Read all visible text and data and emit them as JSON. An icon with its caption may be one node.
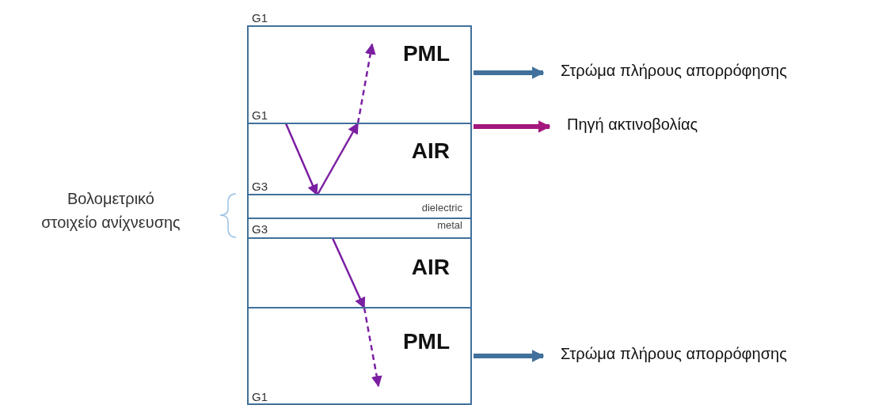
{
  "diagram": {
    "nodes": [
      {
        "text": [
          "PML"
        ]
      },
      {
        "text": [
          "AIR"
        ]
      },
      {
        "text": [
          "dielectric"
        ]
      },
      {
        "text": [
          "metal"
        ]
      },
      {
        "text": [
          "AIR"
        ]
      },
      {
        "text": [
          "PML"
        ]
      },
      {
        "text": [
          "Στρώμα πλήρους απορρόφησης"
        ]
      },
      {
        "text": [
          "Πηγή ακτινοβολίας"
        ]
      },
      {
        "text": [
          "Στρώμα πλήρους απορρόφησης"
        ]
      }
    ],
    "edges": [
      {
        "from": 0,
        "to": 6,
        "arrow": "to",
        "style": "thick",
        "color": "#41719c"
      },
      {
        "from": 1,
        "to": 7,
        "arrow": "to",
        "style": "thick",
        "color": "#a3187e"
      },
      {
        "from": 1,
        "to": 2,
        "arrow": "to"
      },
      {
        "from": 2,
        "to": 1,
        "arrow": "to"
      },
      {
        "from": 1,
        "to": 0,
        "arrow": "to",
        "style": "dashed"
      },
      {
        "from": 3,
        "to": 4,
        "arrow": "to"
      },
      {
        "from": 4,
        "to": 5,
        "arrow": "to",
        "style": "dashed"
      },
      {
        "from": 5,
        "to": 8,
        "arrow": "to",
        "style": "thick",
        "color": "#41719c"
      }
    ],
    "labels": [
      "G1",
      "G1",
      "G3",
      "G3",
      "Βολομετρικό στοιχείο ανίχνευσης",
      "G1"
    ]
  }
}
